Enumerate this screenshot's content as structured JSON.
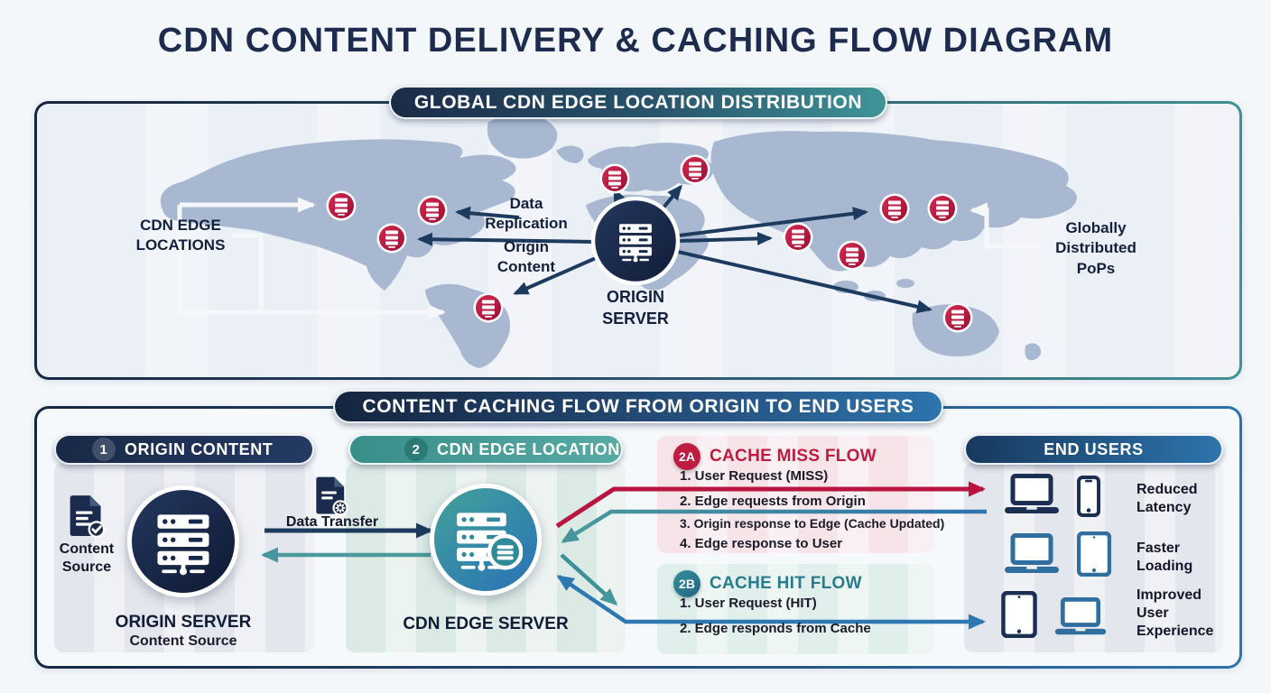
{
  "title": "CDN CONTENT DELIVERY & CACHING FLOW DIAGRAM",
  "map_section": {
    "header": "GLOBAL CDN EDGE LOCATION DISTRIBUTION",
    "labels": {
      "edge_locations": "CDN EDGE LOCATIONS",
      "data_replication": "Data Replication",
      "origin_content": "Origin Content",
      "origin_server": "ORIGIN SERVER",
      "global_pops": "Globally Distributed PoPs"
    }
  },
  "flow_section": {
    "header": "CONTENT CACHING FLOW FROM ORIGIN TO END USERS",
    "origin_panel": {
      "badge": "1",
      "title": "ORIGIN CONTENT",
      "side_label": "Content Source",
      "server_title": "ORIGIN SERVER",
      "server_subtitle": "Content Source"
    },
    "transfer_label": "Data Transfer",
    "edge_panel": {
      "badge": "2",
      "title": "CDN EDGE LOCATION",
      "server_title": "CDN EDGE SERVER"
    },
    "miss_panel": {
      "badge": "2A",
      "title": "CACHE MISS FLOW",
      "steps": [
        "1. User Request (MISS)",
        "2. Edge requests from Origin",
        "3. Origin response to Edge (Cache Updated)",
        "4. Edge response to User"
      ]
    },
    "hit_panel": {
      "badge": "2B",
      "title": "CACHE HIT FLOW",
      "steps": [
        "1. User Request (HIT)",
        "2. Edge responds from Cache"
      ]
    },
    "end_users_panel": {
      "title": "END USERS",
      "benefits": [
        "Reduced Latency",
        "Faster Loading",
        "Improved User Experience"
      ]
    }
  },
  "icons": {
    "origin_server": "server-icon",
    "edge_server": "server-database-icon",
    "edge_pin": "server-pin-icon",
    "content_source": "document-check-icon",
    "data_transfer": "document-gear-icon",
    "devices": [
      "laptop-icon",
      "phone-icon",
      "tablet-icon"
    ]
  },
  "colors": {
    "navy": "#17263f",
    "teal": "#3f9396",
    "blue": "#2d74ad",
    "crimson": "#bf1c42",
    "pin_red": "#b5123e",
    "land": "#a8b8d0",
    "ocean": "#ebeff6"
  }
}
